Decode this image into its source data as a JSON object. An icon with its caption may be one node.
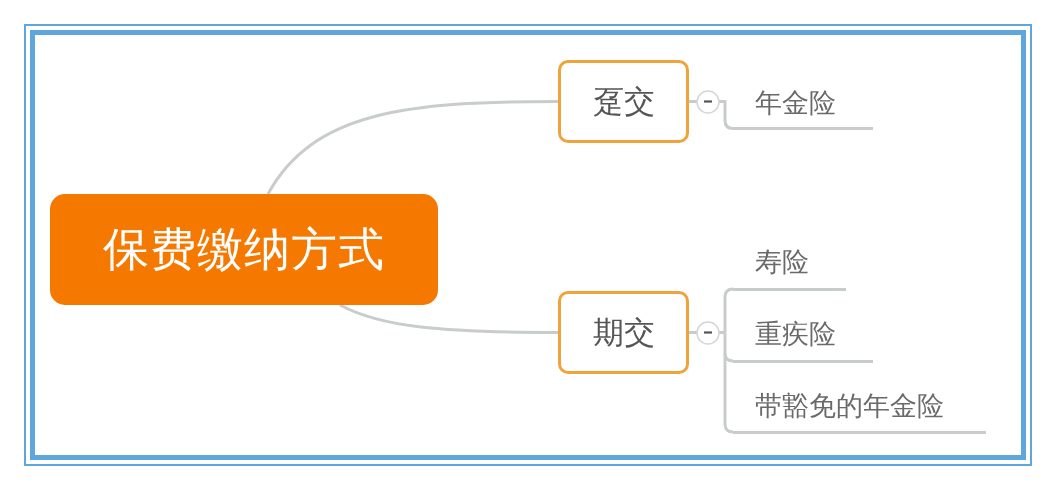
{
  "diagram": {
    "nodes": [
      {
        "text": [
          "保费缴纳方式"
        ]
      },
      {
        "text": [
          "趸交"
        ]
      },
      {
        "text": [
          "年金险"
        ]
      },
      {
        "text": [
          "期交"
        ]
      },
      {
        "text": [
          "寿险"
        ]
      },
      {
        "text": [
          "重疾险"
        ]
      },
      {
        "text": [
          "带豁免的年金险"
        ]
      }
    ],
    "edges": [
      {
        "from": 0,
        "to": 1,
        "arrow": "none"
      },
      {
        "from": 1,
        "to": 2,
        "arrow": "none"
      },
      {
        "from": 0,
        "to": 3,
        "arrow": "none"
      },
      {
        "from": 3,
        "to": 4,
        "arrow": "none"
      },
      {
        "from": 3,
        "to": 5,
        "arrow": "none"
      },
      {
        "from": 3,
        "to": 6,
        "arrow": "none"
      }
    ]
  }
}
